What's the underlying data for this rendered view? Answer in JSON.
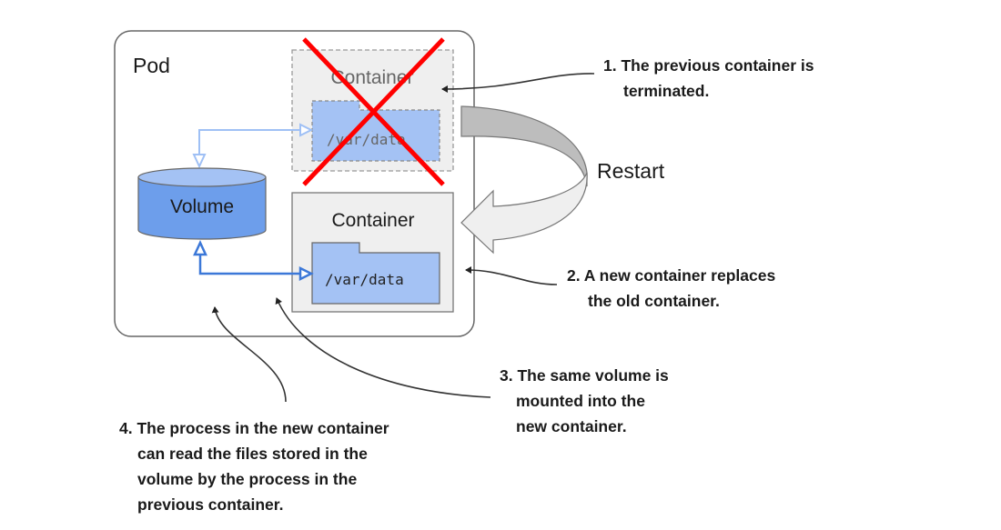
{
  "pod": {
    "label": "Pod"
  },
  "old_container": {
    "label": "Container",
    "mount_path": "/var/data",
    "status": "terminated"
  },
  "new_container": {
    "label": "Container",
    "mount_path": "/var/data"
  },
  "volume": {
    "label": "Volume"
  },
  "restart": {
    "label": "Restart"
  },
  "callouts": [
    {
      "lines": [
        "1. The previous container is",
        "terminated."
      ]
    },
    {
      "lines": [
        "2. A new container replaces",
        "the old container."
      ]
    },
    {
      "lines": [
        "3. The same volume is",
        "mounted into the",
        "new container."
      ]
    },
    {
      "lines": [
        "4. The process in the new container",
        "can read the files stored in the",
        "volume by the process in the",
        "previous container."
      ]
    }
  ],
  "colors": {
    "volume_body": "#6d9eeb",
    "volume_top": "#a4c2f4",
    "folder": "#a4c2f4",
    "container_fill": "#efefef",
    "mount_line_active": "#3c78d8",
    "mount_line_faded": "#9fc0f5",
    "cross": "#ff0000",
    "restart_top": "#bdbdbd",
    "restart_bottom": "#efefef"
  }
}
